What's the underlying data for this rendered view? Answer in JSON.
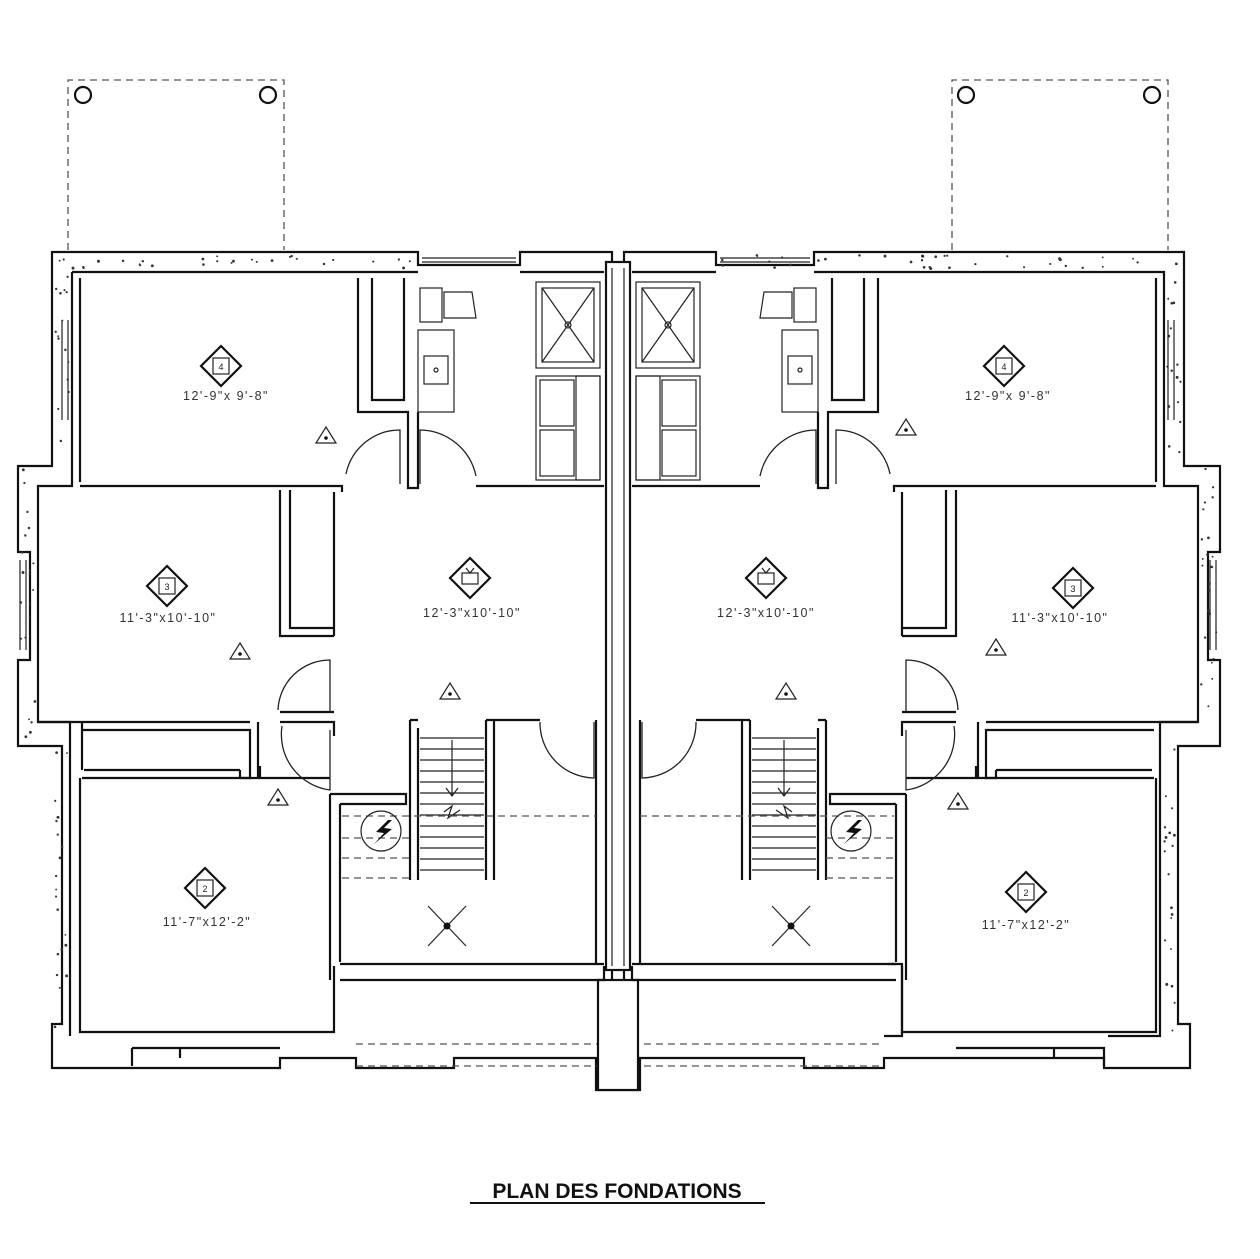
{
  "drawing": {
    "title": "PLAN DES FONDATIONS"
  },
  "rooms": [
    {
      "id": "left-bedroom-4",
      "tag": "4",
      "dims": "12'-9\"x 9'-8\""
    },
    {
      "id": "left-bedroom-3",
      "tag": "3",
      "dims": "11'-3\"x10'-10\""
    },
    {
      "id": "left-family",
      "tag": "TV",
      "dims": "12'-3\"x10'-10\""
    },
    {
      "id": "left-bedroom-2",
      "tag": "2",
      "dims": "11'-7\"x12'-2\""
    },
    {
      "id": "right-bedroom-4",
      "tag": "4",
      "dims": "12'-9\"x 9'-8\""
    },
    {
      "id": "right-bedroom-3",
      "tag": "3",
      "dims": "11'-3\"x10'-10\""
    },
    {
      "id": "right-family",
      "tag": "TV",
      "dims": "12'-3\"x10'-10\""
    },
    {
      "id": "right-bedroom-2",
      "tag": "2",
      "dims": "11'-7\"x12'-2\""
    }
  ],
  "symbols": {
    "room_tag": "diamond-room-tag-icon",
    "smoke_detector": "triangle-detector-icon",
    "electrical_panel": "lightning-panel-icon",
    "light_fixture": "x-light-fixture-icon",
    "shower": "shower-icon",
    "toilet": "toilet-icon",
    "sink": "sink-icon",
    "washer_dryer": "laundry-icon"
  }
}
